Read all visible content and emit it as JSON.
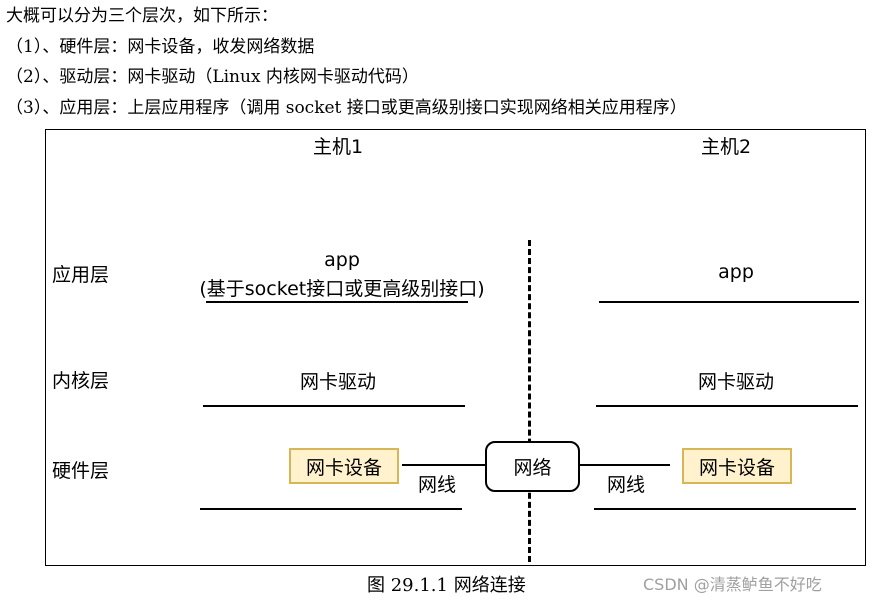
{
  "intro": {
    "line1": "大概可以分为三个层次，如下所示：",
    "line2": "（1）、硬件层：网卡设备，收发网络数据",
    "line3": "（2）、驱动层：网卡驱动（Linux 内核网卡驱动代码）",
    "line4": "（3）、应用层：上层应用程序（调用 socket 接口或更高级别接口实现网络相关应用程序）"
  },
  "diagram": {
    "host1_title": "主机1",
    "host2_title": "主机2",
    "layers": {
      "app": "应用层",
      "kernel": "内核层",
      "hardware": "硬件层"
    },
    "host1": {
      "app_label": "app",
      "app_detail": "(基于socket接口或更高级别接口)",
      "driver_label": "网卡驱动",
      "nic_label": "网卡设备"
    },
    "host2": {
      "app_label": "app",
      "driver_label": "网卡驱动",
      "nic_label": "网卡设备"
    },
    "network_label": "网络",
    "cable_left_label": "网线",
    "cable_right_label": "网线",
    "colors": {
      "nic_fill": "#fff2cc",
      "nic_border": "#d6b656",
      "line": "#000000"
    }
  },
  "caption": "图 29.1.1 网络连接",
  "watermark": "CSDN @清蒸鲈鱼不好吃"
}
